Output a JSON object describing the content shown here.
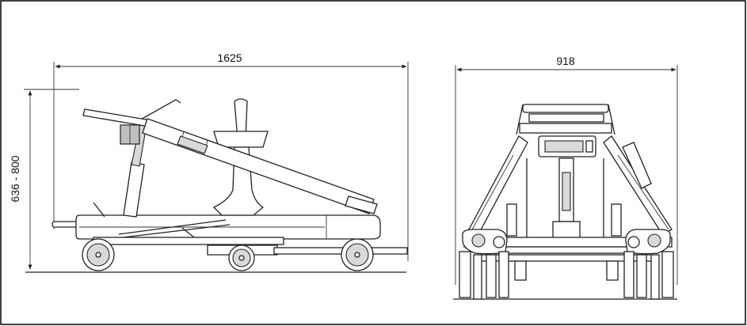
{
  "dimensions": {
    "side_length": "1625",
    "side_height": "636 - 800",
    "front_width": "918"
  }
}
